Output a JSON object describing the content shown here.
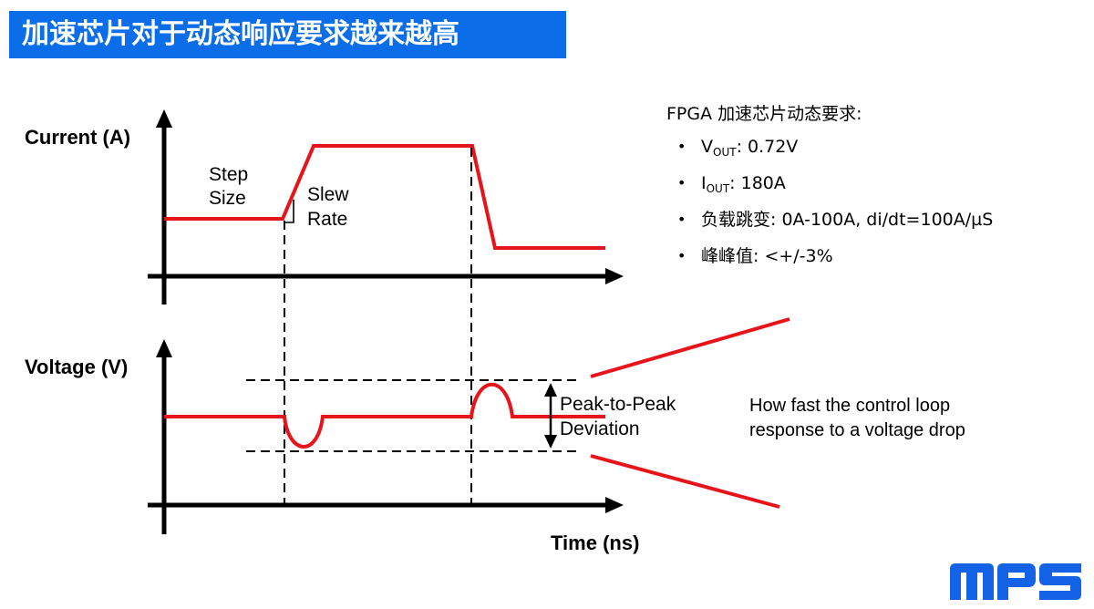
{
  "title": "加速芯片对于动态响应要求越来越高",
  "diagram": {
    "current_axis_label": "Current (A)",
    "voltage_axis_label": "Voltage (V)",
    "time_axis_label": "Time (ns)",
    "step_size_line1": "Step",
    "step_size_line2": "Size",
    "slew_rate_line1": "Slew",
    "slew_rate_line2": "Rate",
    "peak_to_peak_line1": "Peak-to-Peak",
    "peak_to_peak_line2": "Deviation",
    "waveform_color": "#e8141b"
  },
  "specs": {
    "heading": "FPGA 加速芯片动态要求:",
    "bullet": "•",
    "items": [
      {
        "label": "V",
        "sub": "OUT",
        "value": ": 0.72V"
      },
      {
        "label": "I",
        "sub": "OUT",
        "value": ": 180A"
      },
      {
        "label": "负载跳变: 0A-100A, di/dt=100A/µS",
        "sub": "",
        "value": ""
      },
      {
        "label": "峰峰值: <+/-3%",
        "sub": "",
        "value": ""
      }
    ]
  },
  "note": {
    "line1": "How fast the control loop",
    "line2": "response to a voltage drop"
  },
  "logo": {
    "text": "MPS",
    "color": "#1462e6"
  }
}
